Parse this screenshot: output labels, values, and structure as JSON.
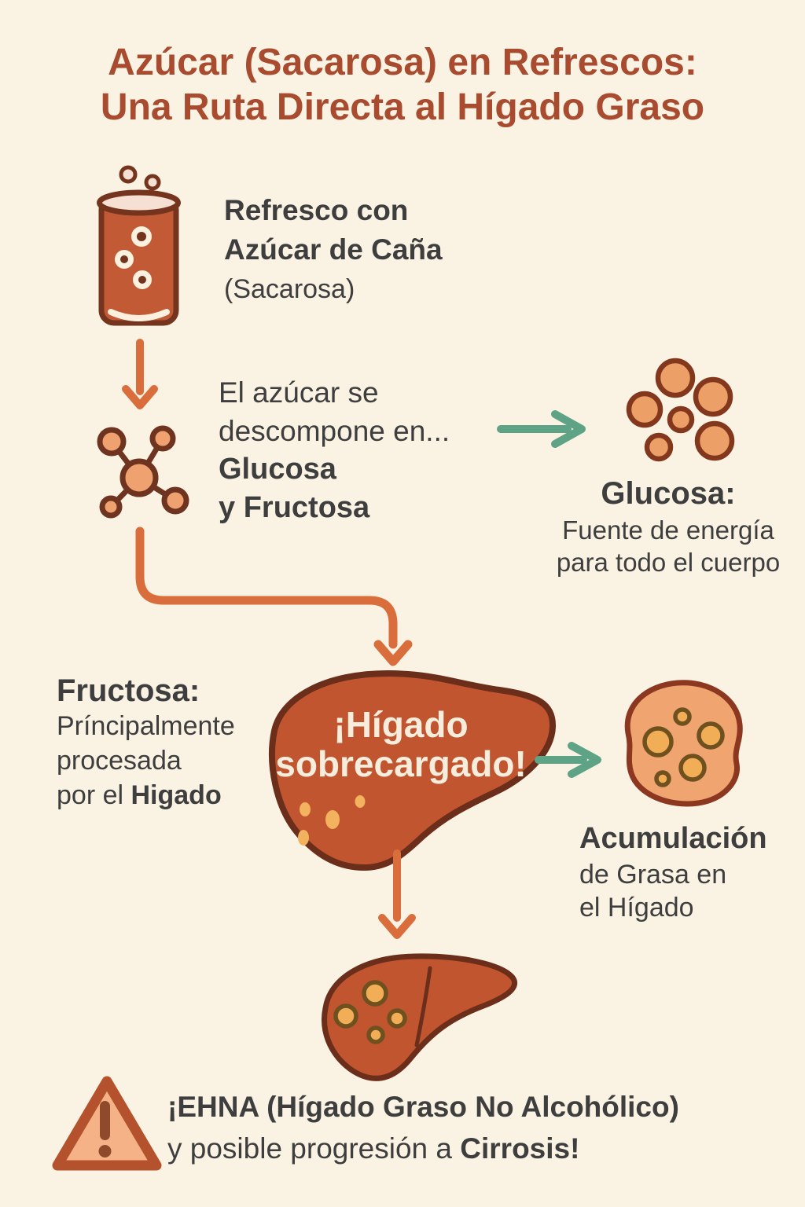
{
  "title": {
    "line1": "Azúcar (Sacarosa) en Refrescos:",
    "line2": "Una Ruta Directa al Hígado Graso"
  },
  "soda": {
    "line1": "Refresco con",
    "line2": "Azúcar de Caña",
    "line3": "(Sacarosa)"
  },
  "breakdown": {
    "line1": "El azúcar se",
    "line2": "descompone en...",
    "line3": "Glucosa",
    "line4": "y Fructosa"
  },
  "glucose": {
    "heading": "Glucosa:",
    "line1": "Fuente de energía",
    "line2": "para todo el cuerpo"
  },
  "fructose": {
    "heading": "Fructosa:",
    "line1": "Príncipalmente",
    "line2": "procesada",
    "line3_prefix": "por el ",
    "line3_bold": "Higado"
  },
  "overloaded_liver": {
    "line1": "¡Hígado",
    "line2": "sobrecargado!"
  },
  "fat_accumulation": {
    "heading": "Acumulación",
    "line1": "de Grasa en",
    "line2": "el Hígado"
  },
  "warning": {
    "line1": "¡EHNA (Hígado Graso No Alcohólico)",
    "line2_prefix": "y posible progresión a ",
    "line2_bold": "Cirrosis!"
  },
  "icons": [
    "soda-can-icon",
    "sucrose-molecule-icon",
    "glucose-cluster-icon",
    "overloaded-liver-icon",
    "fat-cell-icon",
    "fatty-liver-icon",
    "warning-triangle-icon",
    "down-arrow-icon",
    "right-arrow-icon",
    "elbow-arrow-icon"
  ],
  "colors": {
    "bg": "#FAF3E3",
    "title": "#A84B2F",
    "text": "#3E3E3E",
    "arrow_orange": "#D96E3C",
    "arrow_green": "#5FA387",
    "outline_dark": "#6E3420",
    "can_fill": "#C25B35",
    "can_outline": "#74341E",
    "cream": "#FBF1DE",
    "lid_pink": "#F6DFD3",
    "molecule_fill": "#EFA26F",
    "glucose_fill": "#ECA068",
    "glucose_outline": "#83371D",
    "liver_fill": "#C0552F",
    "liver_outline": "#6B2E1A",
    "liver_text": "#F6EDDC",
    "droplet": "#F2B25E",
    "fatcell_fill": "#F0A470",
    "fatcell_outline": "#8C3720",
    "fatcircle_fill": "#F2AD57",
    "fatcircle_outline": "#6E511F",
    "triangle_fill": "#F4B286",
    "triangle_outline": "#B5522E",
    "exclamation": "#8F4A2C"
  }
}
